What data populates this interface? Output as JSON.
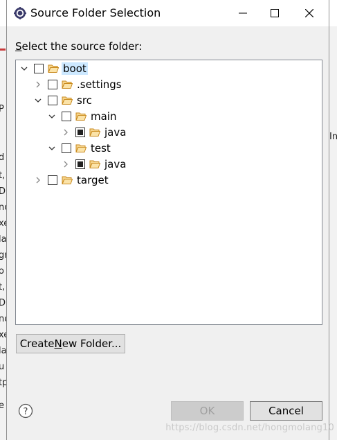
{
  "window": {
    "title": "Source Folder Selection",
    "minimize_icon": "minimize-icon",
    "maximize_icon": "maximize-icon",
    "close_icon": "close-icon"
  },
  "prompt": "Select the source folder:",
  "tree": [
    {
      "label": "boot",
      "expanded": true,
      "checked": "none",
      "selected": true
    },
    {
      "label": ".settings",
      "expanded": false,
      "checked": "none"
    },
    {
      "label": "src",
      "expanded": true,
      "checked": "none"
    },
    {
      "label": "main",
      "expanded": true,
      "checked": "none"
    },
    {
      "label": "java",
      "expanded": false,
      "checked": "partial"
    },
    {
      "label": "test",
      "expanded": true,
      "checked": "none"
    },
    {
      "label": "java",
      "expanded": false,
      "checked": "partial"
    },
    {
      "label": "target",
      "expanded": false,
      "checked": "none"
    }
  ],
  "buttons": {
    "create_folder": "Create New Folder...",
    "ok": "OK",
    "cancel": "Cancel"
  },
  "background_fragments": {
    "left": [
      "P",
      "d",
      "t,",
      "Du",
      "no",
      "xe",
      "la",
      "gr",
      "o",
      "t,",
      "Du",
      "no",
      "xe",
      "la",
      "u",
      "tp",
      "e"
    ],
    "right": [
      "Ini"
    ]
  },
  "watermark": "https://blog.csdn.net/hongmolang10",
  "colors": {
    "selection": "#cce8ff",
    "folder": "#e8a33c",
    "dialog_bg": "#f0f0f0"
  }
}
